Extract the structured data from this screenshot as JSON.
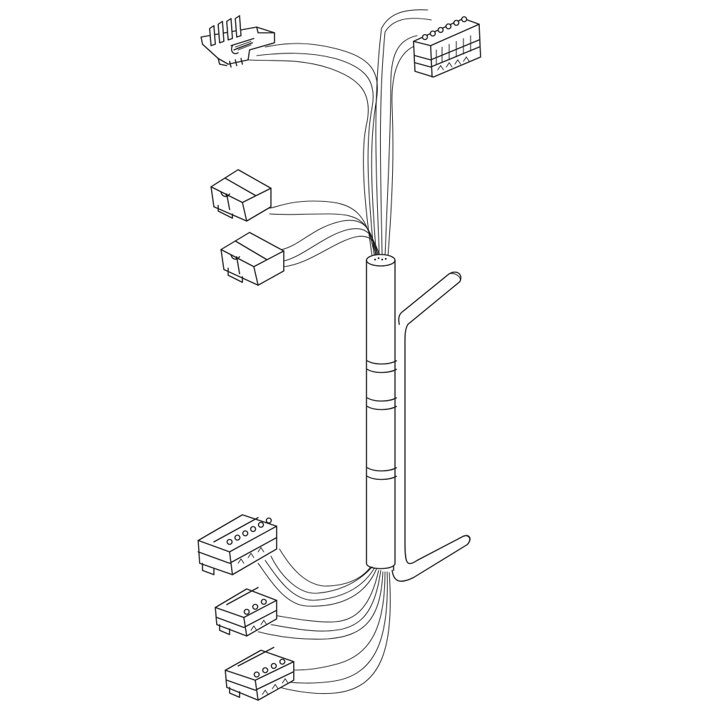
{
  "diagram": {
    "kind": "wiring-harness-line-drawing",
    "line_color": "#1a1a1a",
    "background": "#ffffff",
    "components": [
      {
        "name": "main-sleeve",
        "type": "tube-sleeve",
        "bands": 3
      },
      {
        "name": "side-tube",
        "type": "bent-tube",
        "bends": 2
      },
      {
        "name": "connector-top-left",
        "type": "edge-connector",
        "wire_count": 4
      },
      {
        "name": "connector-top-right",
        "type": "multi-pin-block",
        "pins": 6
      },
      {
        "name": "connector-mid-1",
        "type": "two-cell-housing",
        "wire_count": 2
      },
      {
        "name": "connector-mid-2",
        "type": "two-cell-housing",
        "wire_count": 3
      },
      {
        "name": "connector-bottom-1",
        "type": "pin-block",
        "pins": 6
      },
      {
        "name": "connector-bottom-2",
        "type": "pin-block",
        "pins": 3
      },
      {
        "name": "connector-bottom-3",
        "type": "pin-block",
        "pins": 4
      }
    ]
  }
}
